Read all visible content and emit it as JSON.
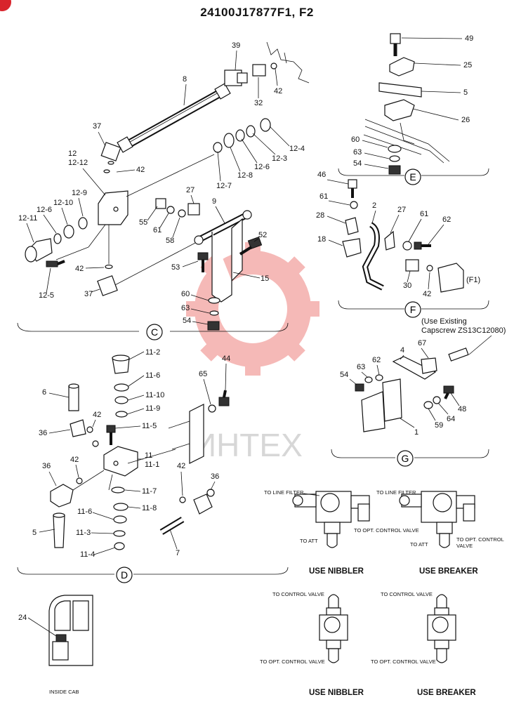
{
  "title": "24100J17877F1, F2",
  "watermark": "ИНТЕХ",
  "colors": {
    "watermark": "#e53935",
    "ink": "#111111",
    "corner_mark": "#d8242c"
  },
  "sections": {
    "C": "C",
    "D": "D",
    "E": "E",
    "F": "F",
    "G": "G"
  },
  "callouts_c": [
    "39",
    "8",
    "32",
    "42",
    "37",
    "12-4",
    "12-3",
    "12-6",
    "12-8",
    "12-7",
    "12",
    "12-12",
    "42",
    "27",
    "9",
    "12-9",
    "12-10",
    "12-6",
    "12-11",
    "55",
    "61",
    "58",
    "52",
    "42",
    "53",
    "15",
    "12-5",
    "37",
    "60",
    "63",
    "54"
  ],
  "callouts_e": [
    "49",
    "25",
    "5",
    "26",
    "60",
    "63",
    "54"
  ],
  "callouts_f": [
    "46",
    "61",
    "2",
    "27",
    "61",
    "62",
    "28",
    "18",
    "30",
    "42",
    "(F1)"
  ],
  "callouts_g": [
    "67",
    "4",
    "62",
    "63",
    "54",
    "48",
    "64",
    "59",
    "1"
  ],
  "note_g": [
    "(Use Existing",
    "Capscrew ZS13C12080)"
  ],
  "callouts_d": [
    "11-2",
    "11-6",
    "11-10",
    "11-9",
    "11-5",
    "6",
    "42",
    "36",
    "65",
    "44",
    "11",
    "11-1",
    "42",
    "42",
    "36",
    "36",
    "11-7",
    "11-8",
    "11-6",
    "11-3",
    "5",
    "11-4",
    "7"
  ],
  "valves": {
    "to_line_filter": "TO LINE FILTER",
    "to_att": "TO ATT",
    "to_opt_control_valve": "TO OPT. CONTROL VALVE",
    "to_opt_control": "TO OPT. CONTROL",
    "valve": "VALVE",
    "to_control_valve": "TO CONTROL VALVE",
    "use_nibbler": "USE NIBBLER",
    "use_breaker": "USE BREAKER"
  },
  "cab": {
    "callout": "24",
    "label": "INSIDE CAB"
  }
}
